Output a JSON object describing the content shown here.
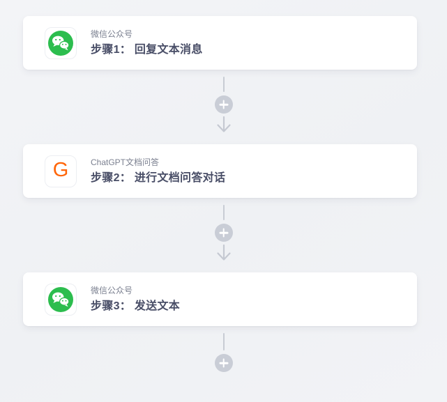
{
  "page": {
    "background": "#f1f2f5"
  },
  "workflow": {
    "steps": [
      {
        "app_label": "微信公众号",
        "step_title": "步骤1： 回复文本消息",
        "icon": "wechat-icon"
      },
      {
        "app_label": "ChatGPT文档问答",
        "step_title": "步骤2： 进行文档问答对话",
        "icon": "chatgpt-icon",
        "icon_letter": "G"
      },
      {
        "app_label": "微信公众号",
        "step_title": "步骤3： 发送文本",
        "icon": "wechat-icon"
      }
    ],
    "colors": {
      "wechat_green": "#2cbd4e",
      "chatgpt_orange": "#ff6508",
      "connector_gray": "#c9cdd6",
      "line_gray": "#c8ccd4",
      "arrow_gray": "#c5c9d2",
      "title_text": "#484d66",
      "app_label_text": "#7b8090",
      "card_background": "#ffffff"
    }
  }
}
